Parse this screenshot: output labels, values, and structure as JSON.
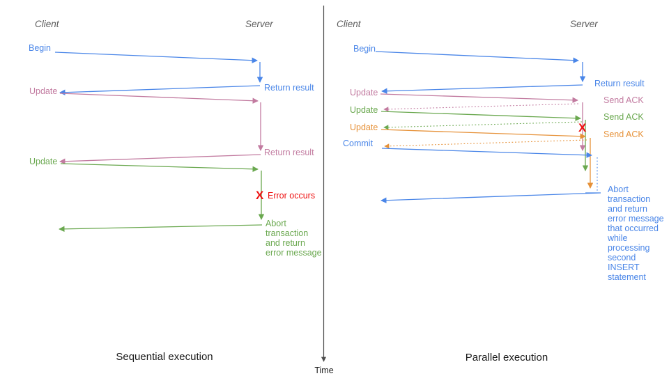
{
  "colors": {
    "blue": "#4a86e8",
    "pink": "#c27ba0",
    "green": "#6aa84f",
    "orange": "#e69138",
    "red": "#ee1111",
    "axis": "#4d4d4d",
    "heading": "#5b5b5b",
    "caption": "#1a1a1a"
  },
  "icons": {
    "error_x": "X"
  },
  "time_axis": {
    "label": "Time"
  },
  "left_panel": {
    "caption": "Sequential execution",
    "client_header": "Client",
    "server_header": "Server",
    "labels": {
      "begin": "Begin",
      "return_result_1": "Return result",
      "update_1": "Update",
      "return_result_2": "Return result",
      "update_2": "Update",
      "error": "Error occurs",
      "abort": "Abort\ntransaction\nand return\nerror message"
    }
  },
  "right_panel": {
    "caption": "Parallel execution",
    "client_header": "Client",
    "server_header": "Server",
    "labels": {
      "begin": "Begin",
      "return_result": "Return result",
      "update_1": "Update",
      "send_ack_1": "Send ACK",
      "update_2": "Update",
      "send_ack_2": "Send ACK",
      "update_3": "Update",
      "send_ack_3": "Send ACK",
      "commit": "Commit",
      "abort": "Abort\ntransaction\nand return\nerror message\nthat occurred\nwhile\nprocessing\nsecond\nINSERT\nstatement"
    }
  }
}
